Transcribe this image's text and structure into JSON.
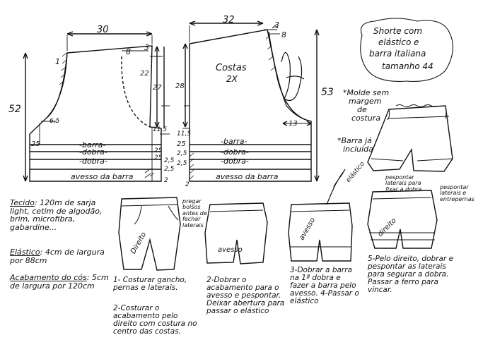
{
  "front": {
    "top_width": "30",
    "dim_8": "8",
    "dim_3": "3",
    "dim_1": "1",
    "dim_52": "52",
    "dim_22": "22",
    "dim_27": "27",
    "dim_65": "6,5",
    "dim_115": "11,5",
    "dim_25a": "25",
    "dim_25b": "25",
    "dim_25c": "25",
    "dim_25d": "2,5",
    "dim_25e": "2,5",
    "dim_2": "2",
    "barra": "-barra-",
    "dobra1": "-dobra-",
    "dobra2": "-dobra-",
    "avesso": "avesso da barra"
  },
  "back": {
    "top_width": "32",
    "dim_3": "3",
    "dim_8": "8",
    "dim_28": "28",
    "dim_53": "53",
    "dim_13": "13",
    "dim_115": "11,5",
    "dim_25a": "25",
    "dim_25b": "2,5",
    "dim_25c": "2,5",
    "dim_2": "2",
    "title_line1": "Costas",
    "title_line2": "2X",
    "barra": "-barra-",
    "dobra1": "-dobra-",
    "dobra2": "-dobra-",
    "avesso": "avesso da barra"
  },
  "title": {
    "line1": "Shorte com",
    "line2": "elástico e",
    "line3": "barra italiana",
    "line4": "tamanho 44"
  },
  "notes": {
    "molde1": "*Molde sem",
    "molde2": "margem",
    "molde3": "de",
    "molde4": "costura",
    "barra1": "*Barra já",
    "barra2": "incluída"
  },
  "materials": {
    "tecido_label": "Tecido",
    "tecido_text": ": 120m de sarja light, cetim de algodão, brim, microfibra, gabardine...",
    "elastico_label": "Elástico",
    "elastico_text": ": 4cm de largura por 88cm",
    "acab_label": "Acabamento do cós",
    "acab_text": ": 5cm de largura por 120cm"
  },
  "step_labels": {
    "direito": "Direito",
    "pregar": "pregar bolsos antes de fechar laterais",
    "avesso2": "avesso",
    "elastico": "elástico",
    "avesso3": "avesso",
    "pespontar": "pespontar laterais para fixar a dobra",
    "direito5": "direito",
    "pespontar2": "pespontar laterais e entrepernas"
  },
  "steps": {
    "s1": "1- Costurar gancho, pernas e laterais.",
    "s2": "2-Costurar o acabamento pelo direito com costura no centro das costas.",
    "s3": "2-Dobrar o acabamento para o avesso e pespontar. Deixar abertura para passar o elástico",
    "s4": "3-Dobrar a barra na 1ª dobra e fazer a barra pelo avesso. 4-Passar o elástico",
    "s5": "5-Pelo direito, dobrar e pespontar as laterais para segurar a dobra. Passar a ferro para vincar."
  }
}
